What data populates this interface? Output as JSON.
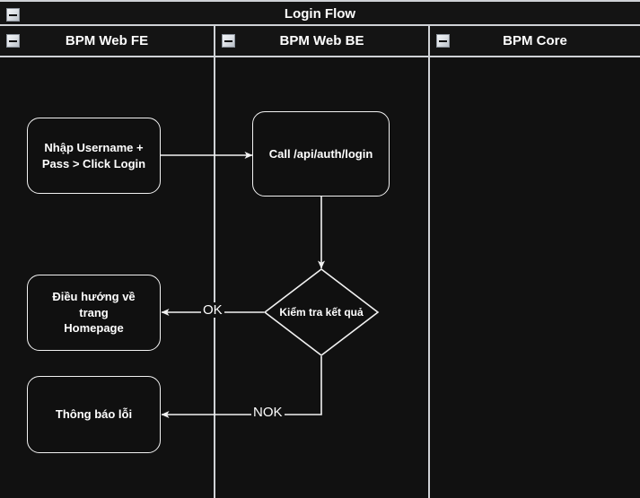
{
  "pool": {
    "title": "Login Flow",
    "collapse_icon": "minus-box-icon"
  },
  "lanes": [
    {
      "id": "fe",
      "label": "BPM Web FE",
      "collapse_icon": "minus-box-icon"
    },
    {
      "id": "be",
      "label": "BPM Web BE",
      "collapse_icon": "minus-box-icon"
    },
    {
      "id": "core",
      "label": "BPM Core",
      "collapse_icon": "minus-box-icon"
    }
  ],
  "nodes": {
    "input_credentials": "Nhập Username +\nPass > Click Login",
    "call_api": "Call /api/auth/login",
    "check_result": "Kiểm tra kết quả",
    "redirect_home": "Điều hướng về trang\nHomepage",
    "show_error": "Thông báo lỗi"
  },
  "flows": {
    "ok_label": "OK",
    "nok_label": "NOK"
  },
  "colors": {
    "background": "#111111",
    "stroke": "#f2f2f2",
    "lane_border": "#cfd2d6",
    "text": "#ffffff"
  }
}
